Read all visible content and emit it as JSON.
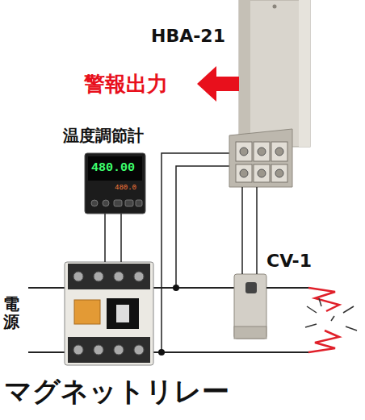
{
  "diagram": {
    "nodes": [
      {
        "text": [
          "HBA-21"
        ]
      },
      {
        "text": [
          "温度調節計",
          "480.00",
          "480.0"
        ]
      },
      {
        "text": [
          "CV-1"
        ]
      },
      {
        "text": [
          "マグネットリレー"
        ]
      }
    ],
    "edges": [
      {
        "from": 1,
        "to": 3,
        "arrow": "none"
      },
      {
        "from": 0,
        "to": 2,
        "arrow": "none"
      }
    ],
    "labels": [
      "警報出力",
      "電源"
    ]
  }
}
